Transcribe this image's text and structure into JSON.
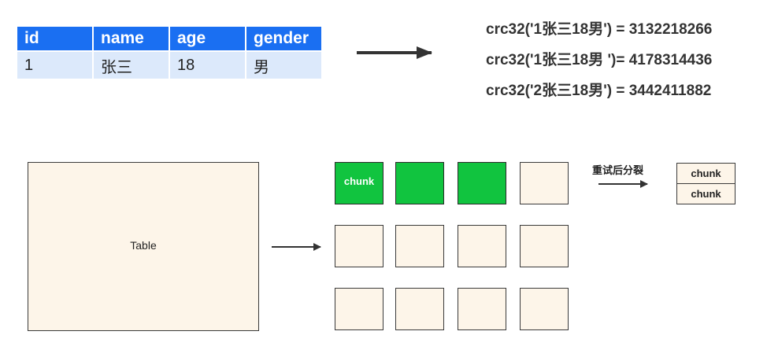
{
  "data_table": {
    "headers": [
      "id",
      "name",
      "age",
      "gender"
    ],
    "row": [
      "1",
      "张三",
      "18",
      "男"
    ]
  },
  "crc_lines": [
    "crc32('1张三18男') = 3132218266",
    "crc32('1张三18男 ')= 4178314436",
    "crc32('2张三18男') = 3442411882"
  ],
  "big_table_label": "Table",
  "chunk_label": "chunk",
  "retry_label": "重试后分裂",
  "split_chunks": [
    "chunk",
    "chunk"
  ],
  "colors": {
    "header_blue": "#1a6ff2",
    "row_blue": "#dce9fb",
    "chunk_fill": "#fdf5e9",
    "success_green": "#11c43f"
  }
}
